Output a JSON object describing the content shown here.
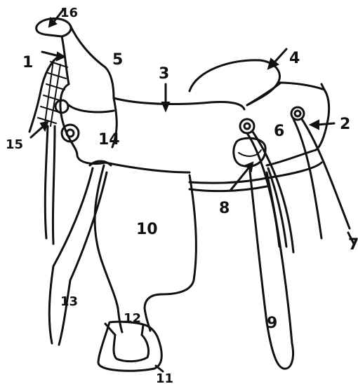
{
  "diagram": {
    "labels": {
      "n1": "1",
      "n2": "2",
      "n3": "3",
      "n4": "4",
      "n5": "5",
      "n6": "6",
      "n7": "7",
      "n8": "8",
      "n9": "9",
      "n10": "10",
      "n11": "11",
      "n12": "12",
      "n13": "13",
      "n14": "14",
      "n15": "15",
      "n16": "16"
    }
  }
}
